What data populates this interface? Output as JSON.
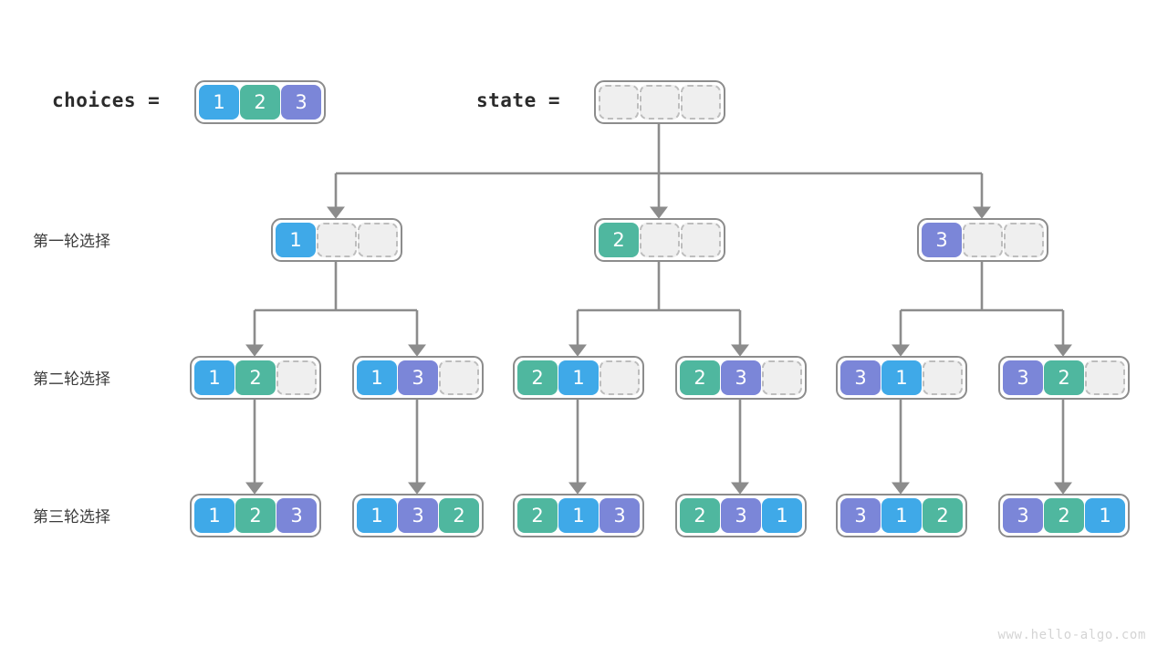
{
  "header": {
    "choices_label": "choices =",
    "state_label": "state ="
  },
  "palette": {
    "value_1": "#3fa9e8",
    "value_2": "#4fb79f",
    "value_3": "#7b86d8",
    "empty_fill": "#efefef",
    "empty_border": "#bdbdbd",
    "node_border": "#8c8c8c",
    "connector": "#8c8c8c",
    "text": "#3c3c3c",
    "watermark": "#d4d4d4"
  },
  "rows": [
    {
      "label": "第一轮选择"
    },
    {
      "label": "第二轮选择"
    },
    {
      "label": "第三轮选择"
    }
  ],
  "header_nodes": {
    "choices": {
      "cells": [
        "1",
        "2",
        "3"
      ]
    },
    "state": {
      "cells": [
        "",
        "",
        ""
      ]
    }
  },
  "tree": {
    "level1": [
      {
        "cells": [
          "1",
          "",
          ""
        ]
      },
      {
        "cells": [
          "2",
          "",
          ""
        ]
      },
      {
        "cells": [
          "3",
          "",
          ""
        ]
      }
    ],
    "level2": [
      {
        "cells": [
          "1",
          "2",
          ""
        ]
      },
      {
        "cells": [
          "1",
          "3",
          ""
        ]
      },
      {
        "cells": [
          "2",
          "1",
          ""
        ]
      },
      {
        "cells": [
          "2",
          "3",
          ""
        ]
      },
      {
        "cells": [
          "3",
          "1",
          ""
        ]
      },
      {
        "cells": [
          "3",
          "2",
          ""
        ]
      }
    ],
    "level3": [
      {
        "cells": [
          "1",
          "2",
          "3"
        ]
      },
      {
        "cells": [
          "1",
          "3",
          "2"
        ]
      },
      {
        "cells": [
          "2",
          "1",
          "3"
        ]
      },
      {
        "cells": [
          "2",
          "3",
          "1"
        ]
      },
      {
        "cells": [
          "3",
          "1",
          "2"
        ]
      },
      {
        "cells": [
          "3",
          "2",
          "1"
        ]
      }
    ]
  },
  "watermark": "www.hello-algo.com"
}
